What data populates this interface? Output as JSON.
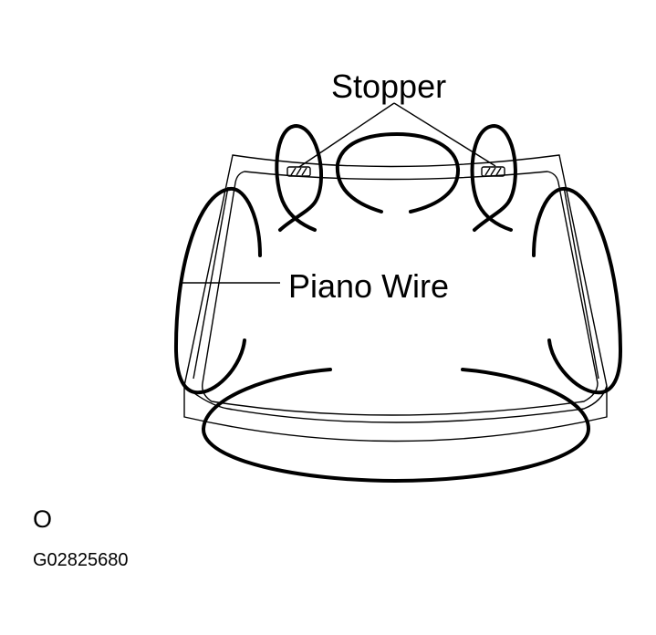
{
  "labels": {
    "stopper": "Stopper",
    "piano_wire": "Piano Wire"
  },
  "footer": {
    "view_marker": "O",
    "figure_code": "G02825680"
  },
  "colors": {
    "line": "#000000",
    "background": "#ffffff"
  }
}
